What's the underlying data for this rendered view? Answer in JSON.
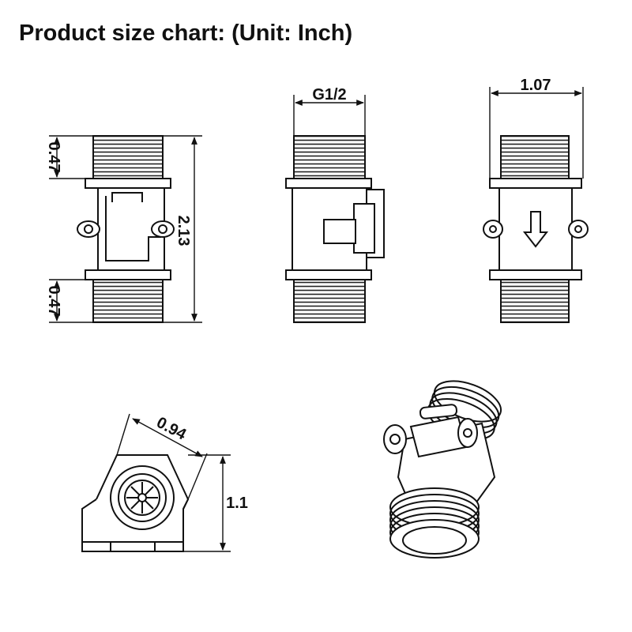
{
  "title": "Product size chart: (Unit: Inch)",
  "dimensions": {
    "front_thread_top": "0.47",
    "front_thread_bottom": "0.47",
    "front_total_height": "2.13",
    "side_thread": "G1/2",
    "back_width": "1.07",
    "end_flat_width": "0.94",
    "end_height": "1.1"
  }
}
